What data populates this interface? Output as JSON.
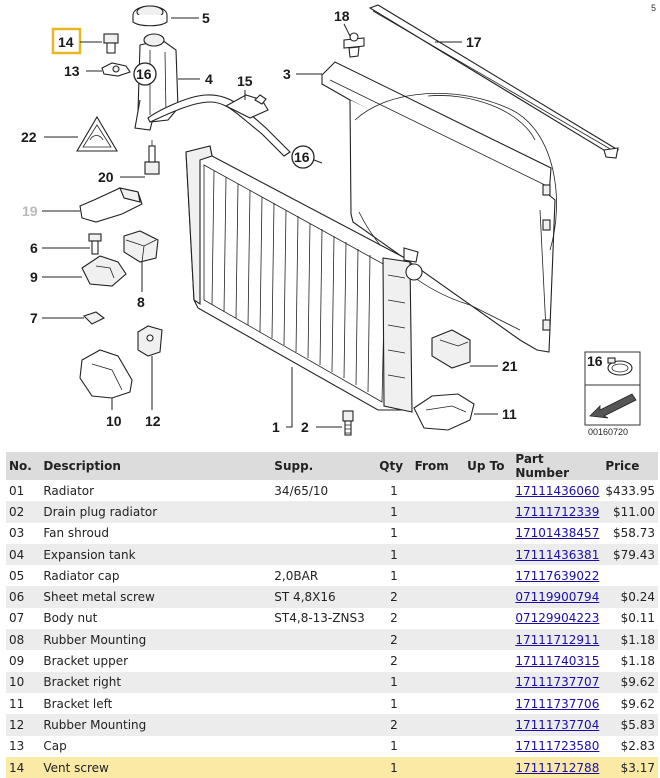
{
  "page_marker": "5",
  "diagram": {
    "code": "00160720",
    "callouts": {
      "c1": "1",
      "c2": "2",
      "c3": "3",
      "c4": "4",
      "c5": "5",
      "c6": "6",
      "c7": "7",
      "c8": "8",
      "c9": "9",
      "c10": "10",
      "c11": "11",
      "c12": "12",
      "c13": "13",
      "c14": "14",
      "c15": "15",
      "c16a": "16",
      "c16b": "16",
      "c16c": "16",
      "c17": "17",
      "c18": "18",
      "c19": "19",
      "c20": "20",
      "c21": "21",
      "c22": "22"
    }
  },
  "table": {
    "headers": {
      "no": "No.",
      "description": "Description",
      "supp": "Supp.",
      "qty": "Qty",
      "from": "From",
      "up_to": "Up To",
      "part_number": "Part Number",
      "price": "Price"
    },
    "rows": [
      {
        "no": "01",
        "description": "Radiator",
        "supp": "34/65/10",
        "qty": "1",
        "from": "",
        "up_to": "",
        "part_number": "17111436060",
        "price": "$433.95"
      },
      {
        "no": "02",
        "description": "Drain plug radiator",
        "supp": "",
        "qty": "1",
        "from": "",
        "up_to": "",
        "part_number": "17111712339",
        "price": "$11.00"
      },
      {
        "no": "03",
        "description": "Fan shroud",
        "supp": "",
        "qty": "1",
        "from": "",
        "up_to": "",
        "part_number": "17101438457",
        "price": "$58.73"
      },
      {
        "no": "04",
        "description": "Expansion tank",
        "supp": "",
        "qty": "1",
        "from": "",
        "up_to": "",
        "part_number": "17111436381",
        "price": "$79.43"
      },
      {
        "no": "05",
        "description": "Radiator cap",
        "supp": "2,0BAR",
        "qty": "1",
        "from": "",
        "up_to": "",
        "part_number": "17117639022",
        "price": ""
      },
      {
        "no": "06",
        "description": "Sheet metal screw",
        "supp": "ST 4,8X16",
        "qty": "2",
        "from": "",
        "up_to": "",
        "part_number": "07119900794",
        "price": "$0.24"
      },
      {
        "no": "07",
        "description": "Body nut",
        "supp": "ST4,8-13-ZNS3",
        "qty": "2",
        "from": "",
        "up_to": "",
        "part_number": "07129904223",
        "price": "$0.11"
      },
      {
        "no": "08",
        "description": "Rubber Mounting",
        "supp": "",
        "qty": "2",
        "from": "",
        "up_to": "",
        "part_number": "17111712911",
        "price": "$1.18"
      },
      {
        "no": "09",
        "description": "Bracket upper",
        "supp": "",
        "qty": "2",
        "from": "",
        "up_to": "",
        "part_number": "17111740315",
        "price": "$1.18"
      },
      {
        "no": "10",
        "description": "Bracket right",
        "supp": "",
        "qty": "1",
        "from": "",
        "up_to": "",
        "part_number": "17111737707",
        "price": "$9.62"
      },
      {
        "no": "11",
        "description": "Bracket left",
        "supp": "",
        "qty": "1",
        "from": "",
        "up_to": "",
        "part_number": "17111737706",
        "price": "$9.62"
      },
      {
        "no": "12",
        "description": "Rubber Mounting",
        "supp": "",
        "qty": "2",
        "from": "",
        "up_to": "",
        "part_number": "17111737704",
        "price": "$5.83"
      },
      {
        "no": "13",
        "description": "Cap",
        "supp": "",
        "qty": "1",
        "from": "",
        "up_to": "",
        "part_number": "17111723580",
        "price": "$2.83"
      },
      {
        "no": "14",
        "description": "Vent screw",
        "supp": "",
        "qty": "1",
        "from": "",
        "up_to": "",
        "part_number": "17111712788",
        "price": "$3.17",
        "highlight": true
      }
    ]
  },
  "colors": {
    "highlight_row": "#fbe9a6",
    "callout_highlight_border": "#e8b820",
    "link": "#1a0dab",
    "header_bg": "#dcdcdc",
    "alt_row_bg": "#ececec"
  }
}
